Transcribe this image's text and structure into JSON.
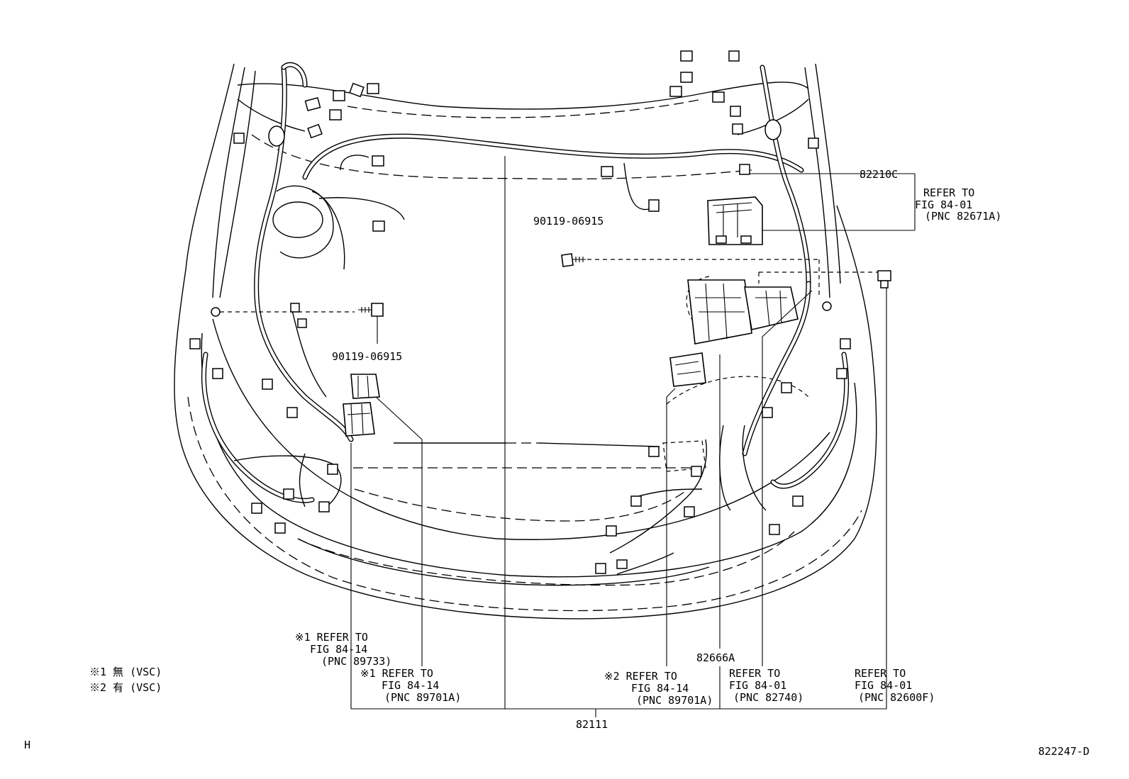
{
  "labels": {
    "part_82210C": "82210C",
    "refer_82671A_l1": "REFER TO",
    "refer_82671A_l2": "FIG 84-01",
    "refer_82671A_l3": "(PNC 82671A)",
    "bolt_top": "90119-06915",
    "bolt_left": "90119-06915",
    "refer_89733_l1": "※1 REFER TO",
    "refer_89733_l2": "FIG 84-14",
    "refer_89733_l3": "(PNC 89733)",
    "refer_89701A_1_l1": "※1 REFER TO",
    "refer_89701A_1_l2": "FIG 84-14",
    "refer_89701A_1_l3": "(PNC 89701A)",
    "refer_89701A_2_l1": "※2 REFER TO",
    "refer_89701A_2_l2": "FIG 84-14",
    "refer_89701A_2_l3": "(PNC 89701A)",
    "part_82666A": "82666A",
    "refer_82740_l1": "REFER TO",
    "refer_82740_l2": "FIG 84-01",
    "refer_82740_l3": "(PNC 82740)",
    "refer_82600F_l1": "REFER TO",
    "refer_82600F_l2": "FIG 84-01",
    "refer_82600F_l3": "(PNC 82600F)",
    "part_82111": "82111",
    "note_1": "※1 無 (VSC)",
    "note_2": "※2 有 (VSC)",
    "corner_left": "H",
    "corner_right": "822247-D"
  }
}
